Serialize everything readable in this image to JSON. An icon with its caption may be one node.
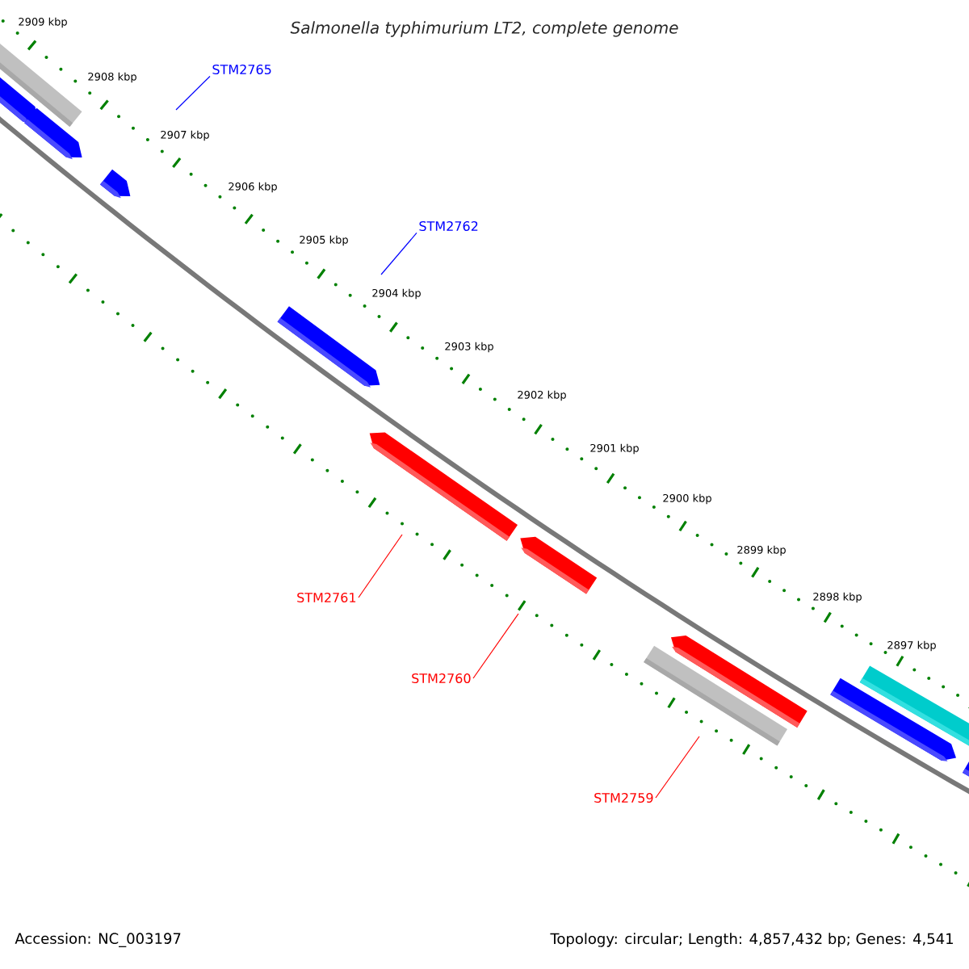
{
  "diagram": {
    "title": "Salmonella typhimurium LT2, complete genome",
    "nodes": [
      {
        "text": [
          "STM2765"
        ]
      },
      {
        "text": [
          "STM2762"
        ]
      },
      {
        "text": [
          "STM2761"
        ]
      },
      {
        "text": [
          "STM2760"
        ]
      },
      {
        "text": [
          "STM2759"
        ]
      }
    ],
    "edges": [
      {
        "from": 0,
        "to": null,
        "arrow": "none",
        "color": "#0000ff"
      },
      {
        "from": 1,
        "to": null,
        "arrow": "none",
        "color": "#0000ff"
      },
      {
        "from": 2,
        "to": null,
        "arrow": "none"
      },
      {
        "from": 3,
        "to": null,
        "arrow": "none"
      },
      {
        "from": 4,
        "to": null,
        "arrow": "none"
      }
    ],
    "labels": [
      "2909 kbp",
      "2908 kbp",
      "2907 kbp",
      "2906 kbp",
      "2905 kbp",
      "2904 kbp",
      "2903 kbp",
      "2902 kbp",
      "2901 kbp",
      "2900 kbp",
      "2899 kbp",
      "2898 kbp",
      "2897 kbp",
      "Accession: NC_003197",
      "Topology: circular; Length: 4,857,432 bp; Genes: 4,541"
    ]
  }
}
